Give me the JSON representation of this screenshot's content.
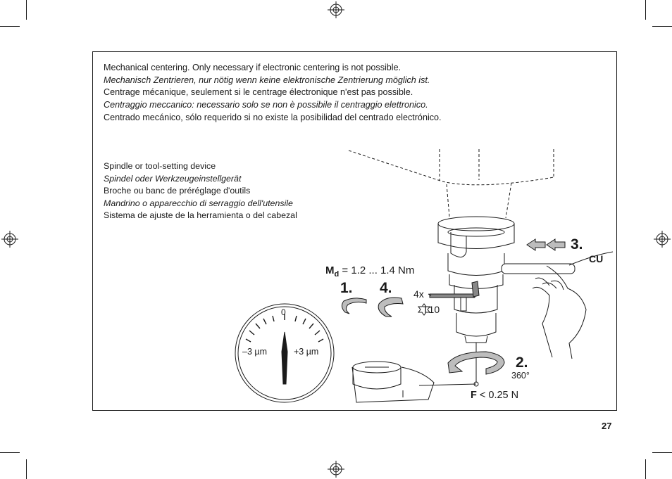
{
  "intro": [
    "Mechanical centering. Only necessary if electronic centering is not possible.",
    "Mechanisch Zentrieren, nur nötig wenn keine elektronische Zentrierung möglich ist.",
    "Centrage mécanique, seulement si le centrage électronique n'est pas possible.",
    "Centraggio meccanico: necessario solo se non è possibile il centraggio elettronico.",
    "Centrado mecánico, sólo requerido si no existe la posibilidad del centrado electrónico."
  ],
  "legend": [
    "Spindle or tool-setting device",
    "Spindel oder Werkzeugeinstellgerät",
    "Broche ou banc de préréglage d'outils",
    "Mandrino o apparecchio di serraggio dell'utensile",
    "Sistema de ajuste de la herramienta o del cabezal"
  ],
  "figure": {
    "torque_symbol": "M",
    "torque_subscript": "d",
    "torque_value": "= 1.2 ... 1.4 Nm",
    "step1": "1.",
    "step4": "4.",
    "step2": "2.",
    "step3": "3.",
    "screw_count": "4x",
    "screw_type": "T10",
    "cu_label": "CU",
    "rotation": "360°",
    "force_symbol": "F",
    "force_value": "< 0.25 N",
    "gauge_zero": "0",
    "gauge_minus": "–3 µm",
    "gauge_plus": "+3 µm"
  },
  "page_number": "27",
  "colors": {
    "line": "#1a1a1a",
    "arrow_fill": "#bdbdbd",
    "background": "#ffffff"
  }
}
